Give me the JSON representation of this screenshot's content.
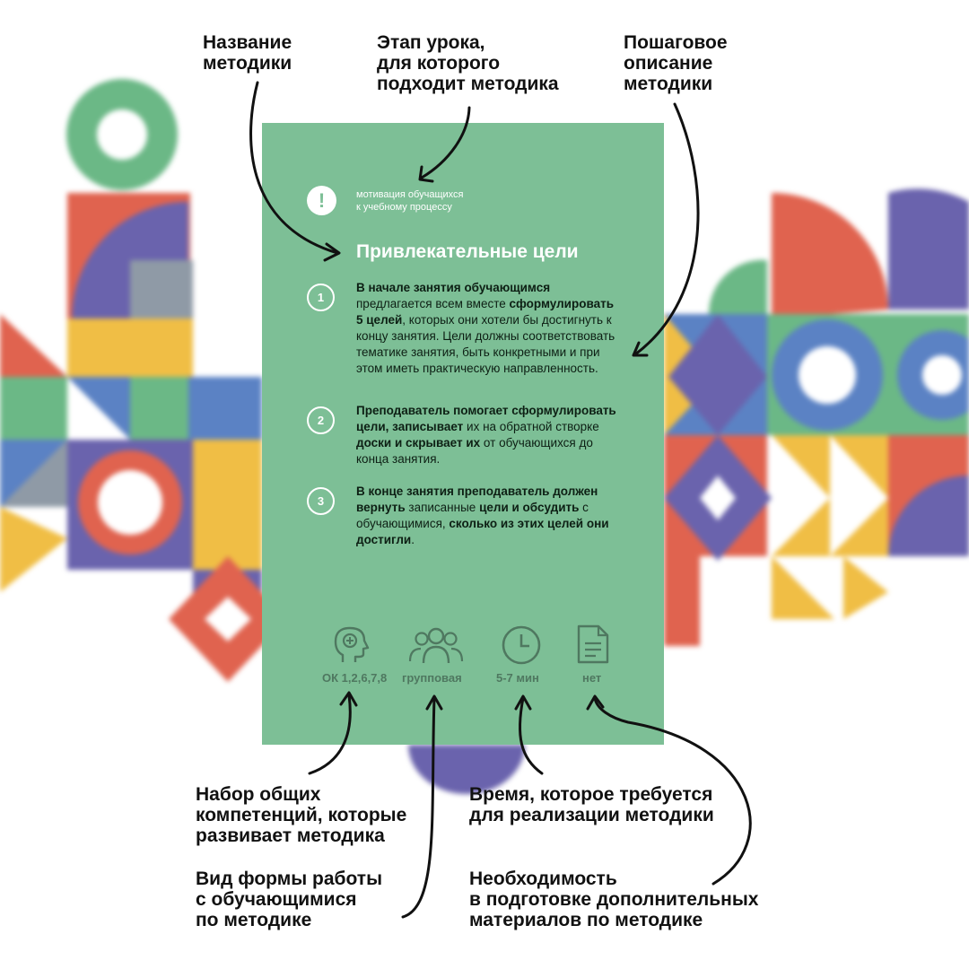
{
  "callouts": {
    "method_name": "Название\nметодики",
    "lesson_stage": "Этап урока,\nдля которого\nподходит методика",
    "step_description": "Пошаговое\nописание\nметодики",
    "competencies": "Набор общих\nкомпетенций, которые\nразвивает методика",
    "work_form": "Вид формы работы\nс обучающимися\nпо методике",
    "time_required": "Время, которое требуется\nдля реализации методики",
    "materials_needed": "Необходимость\nв подготовке дополнительных\nматериалов по методике"
  },
  "card": {
    "stage_icon": "!",
    "stage_text": "мотивация обучащихся\nк учебному процессу",
    "title": "Привлекательные цели",
    "steps": [
      {
        "number": "1",
        "parts": [
          {
            "t": "В начале занятия обучающимся",
            "b": true
          },
          {
            "t": " предлагается всем вместе ",
            "b": false
          },
          {
            "t": "сформулировать 5 целей",
            "b": true
          },
          {
            "t": ", которых они хотели бы достигнуть к концу занятия. Цели должны соответствовать тематике занятия, быть конкретными и при этом иметь практическую направленность.",
            "b": false
          }
        ]
      },
      {
        "number": "2",
        "parts": [
          {
            "t": "Преподаватель помогает сформулировать цели, записывает",
            "b": true
          },
          {
            "t": " их на обратной створке ",
            "b": false
          },
          {
            "t": "доски и скрывает их",
            "b": true
          },
          {
            "t": " от обучающихся до конца занятия.",
            "b": false
          }
        ]
      },
      {
        "number": "3",
        "parts": [
          {
            "t": "В конце занятия преподаватель должен вернуть",
            "b": true
          },
          {
            "t": " записанные ",
            "b": false
          },
          {
            "t": "цели и обсудить",
            "b": true
          },
          {
            "t": " с обучающимися, ",
            "b": false
          },
          {
            "t": "сколько из этих целей они достигли",
            "b": true
          },
          {
            "t": ".",
            "b": false
          }
        ]
      }
    ],
    "params": {
      "competencies": {
        "icon": "head-plus-icon",
        "label": "ОК 1,2,6,7,8"
      },
      "work_form": {
        "icon": "group-icon",
        "label": "групповая"
      },
      "time": {
        "icon": "clock-icon",
        "label": "5-7 мин"
      },
      "materials": {
        "icon": "document-icon",
        "label": "нет"
      }
    }
  },
  "colors": {
    "card_green": "#7dbf96",
    "red": "#e0634f",
    "purple": "#6a63ad",
    "blue": "#5b82c4",
    "yellow": "#f0be45",
    "green": "#6bb886",
    "gray": "#8f9aa6"
  }
}
